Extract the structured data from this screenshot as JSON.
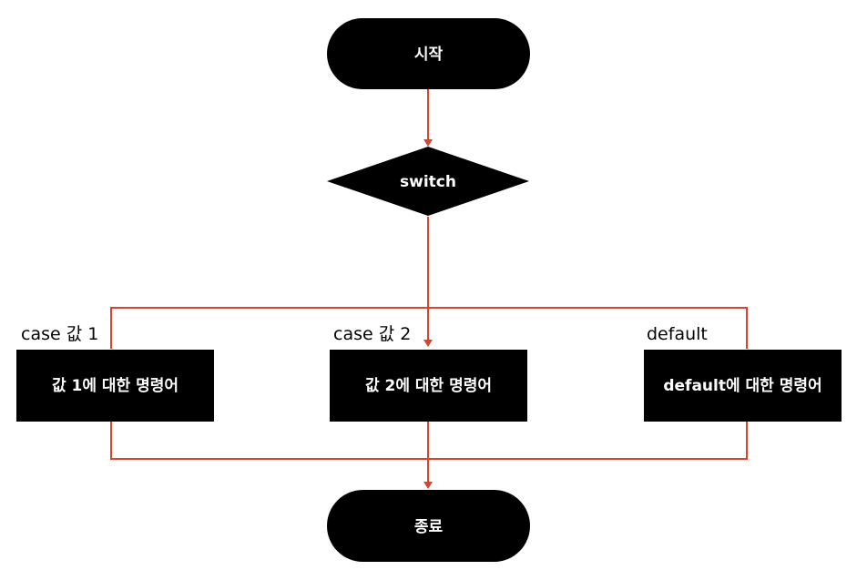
{
  "diagram": {
    "start": {
      "label": "시작"
    },
    "switch": {
      "label": "switch"
    },
    "branches": [
      {
        "case_label": "case 값 1",
        "action_label": "값 1에 대한 명령어"
      },
      {
        "case_label": "case 값 2",
        "action_label": "값 2에 대한 명령어"
      },
      {
        "case_label": "default",
        "action_label": "default에 대한 명령어"
      }
    ],
    "end": {
      "label": "종료"
    },
    "colors": {
      "node_fill": "#000000",
      "node_text": "#ffffff",
      "connector": "#d9442b",
      "label_text": "#000000"
    }
  }
}
